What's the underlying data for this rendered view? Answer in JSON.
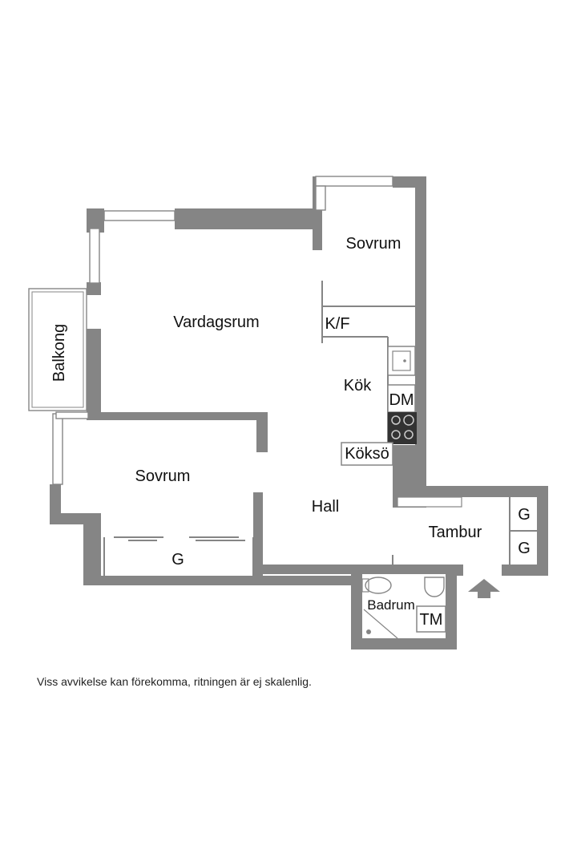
{
  "rooms": {
    "vardagsrum": "Vardagsrum",
    "sovrum_top": "Sovrum",
    "sovrum_left": "Sovrum",
    "kok": "Kök",
    "hall": "Hall",
    "tambur": "Tambur",
    "badrum": "Badrum",
    "balkong": "Balkong"
  },
  "fixtures": {
    "kf": "K/F",
    "dm": "DM",
    "kokso": "Köksö",
    "tm": "TM",
    "g_closet": "G",
    "g_tambur_1": "G",
    "g_tambur_2": "G"
  },
  "disclaimer": "Viss avvikelse kan förekomma, ritningen är ej skalenlig.",
  "colors": {
    "wall": "#858585",
    "background": "#ffffff",
    "stove": "#333333"
  }
}
